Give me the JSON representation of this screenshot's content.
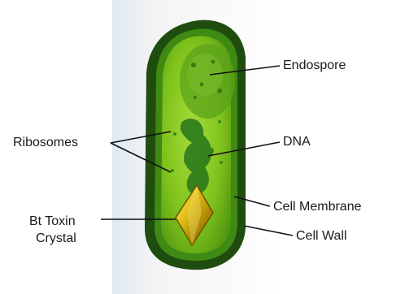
{
  "diagram": {
    "labels": {
      "endospore": "Endospore",
      "ribosomes": "Ribosomes",
      "dna": "DNA",
      "cell_membrane": "Cell Membrane",
      "bt_toxin_crystal_line1": "Bt Toxin",
      "bt_toxin_crystal_line2": "Crystal",
      "cell_wall": "Cell Wall"
    },
    "colors": {
      "cell_wall": "#1f4d0f",
      "cytoplasm": "#7ec21a",
      "dna": "#2e7d1f",
      "crystal": "#c9a400",
      "leader_lines": "#111111"
    }
  }
}
